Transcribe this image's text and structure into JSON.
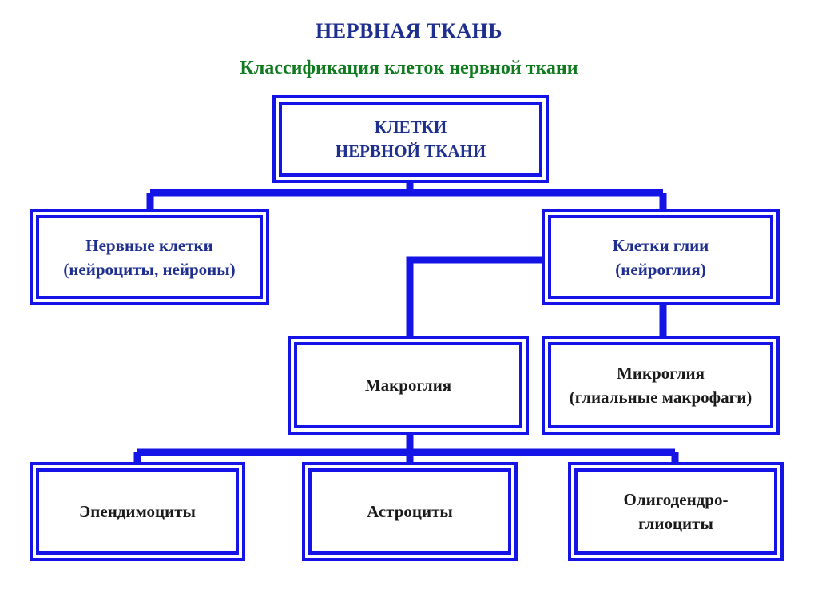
{
  "title": "НЕРВНАЯ ТКАНЬ",
  "subtitle": "Классификация клеток нервной ткани",
  "nodes": {
    "root": {
      "line1": "КЛЕТКИ",
      "line2": "НЕРВНОЙ ТКАНИ"
    },
    "neurons": {
      "line1": "Нервные клетки",
      "line2": "(нейроциты, нейроны)"
    },
    "glia": {
      "line1": "Клетки глии",
      "line2": "(нейроглия)"
    },
    "macroglia": {
      "line1": "Макроглия"
    },
    "microglia": {
      "line1": "Микроглия",
      "line2": "(глиальные макрофаги)"
    },
    "ependymocytes": {
      "line1": "Эпендимоциты"
    },
    "astrocytes": {
      "line1": "Астроциты"
    },
    "oligodendrocytes": {
      "line1": "Олигодендро-",
      "line2": "глиоциты"
    }
  },
  "colors": {
    "box_border": "#1414e6",
    "title": "#1f2f8f",
    "subtitle": "#0f7a1e"
  }
}
